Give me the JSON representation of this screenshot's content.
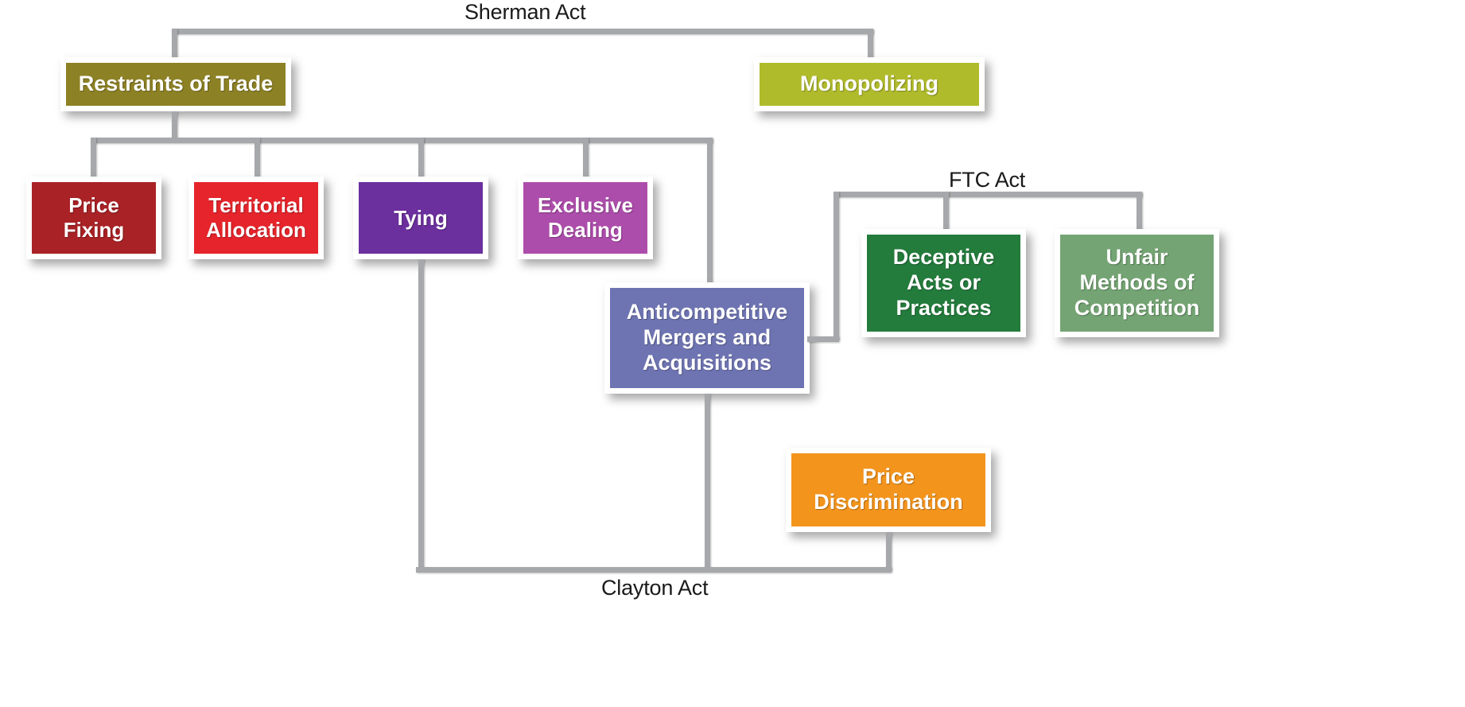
{
  "diagram": {
    "title_hidden": "Antitrust law framework flowchart",
    "act_labels": [
      {
        "key": "sherman",
        "text": "Sherman Act"
      },
      {
        "key": "ftc",
        "text": "FTC Act"
      },
      {
        "key": "clayton",
        "text": "Clayton Act"
      }
    ],
    "nodes": [
      {
        "key": "restraints_of_trade",
        "label": "Restraints of Trade",
        "color": "#8d8125",
        "act": "Sherman Act"
      },
      {
        "key": "monopolizing",
        "label": "Monopolizing",
        "color": "#b0bb2c",
        "act": "Sherman Act"
      },
      {
        "key": "price_fixing",
        "label": "Price\nFixing",
        "color": "#a92226",
        "act": "Sherman Act"
      },
      {
        "key": "territorial_allocation",
        "label": "Territorial\nAllocation",
        "color": "#e5242b",
        "act": "Sherman Act"
      },
      {
        "key": "tying",
        "label": "Tying",
        "color": "#6b2f9e",
        "act": "Sherman Act / Clayton Act"
      },
      {
        "key": "exclusive_dealing",
        "label": "Exclusive\nDealing",
        "color": "#ad4dab",
        "act": "Sherman Act / Clayton Act"
      },
      {
        "key": "anticompetitive_mergers",
        "label": "Anticompetitive\nMergers and\nAcquisitions",
        "color": "#6e74b2",
        "act": "Clayton Act / FTC Act"
      },
      {
        "key": "deceptive_acts",
        "label": "Deceptive\nActs or\nPractices",
        "color": "#237b3c",
        "act": "FTC Act"
      },
      {
        "key": "unfair_methods",
        "label": "Unfair\nMethods of\nCompetition",
        "color": "#74a473",
        "act": "FTC Act"
      },
      {
        "key": "price_discrimination",
        "label": "Price\nDiscrimination",
        "color": "#f3941d",
        "act": "Clayton Act"
      }
    ],
    "colors": {
      "connector": "#a6a8ab",
      "frame": "#ffffff",
      "background": "#ffffff",
      "label_text": "#1a1a1a",
      "node_text": "#ffffff"
    }
  }
}
